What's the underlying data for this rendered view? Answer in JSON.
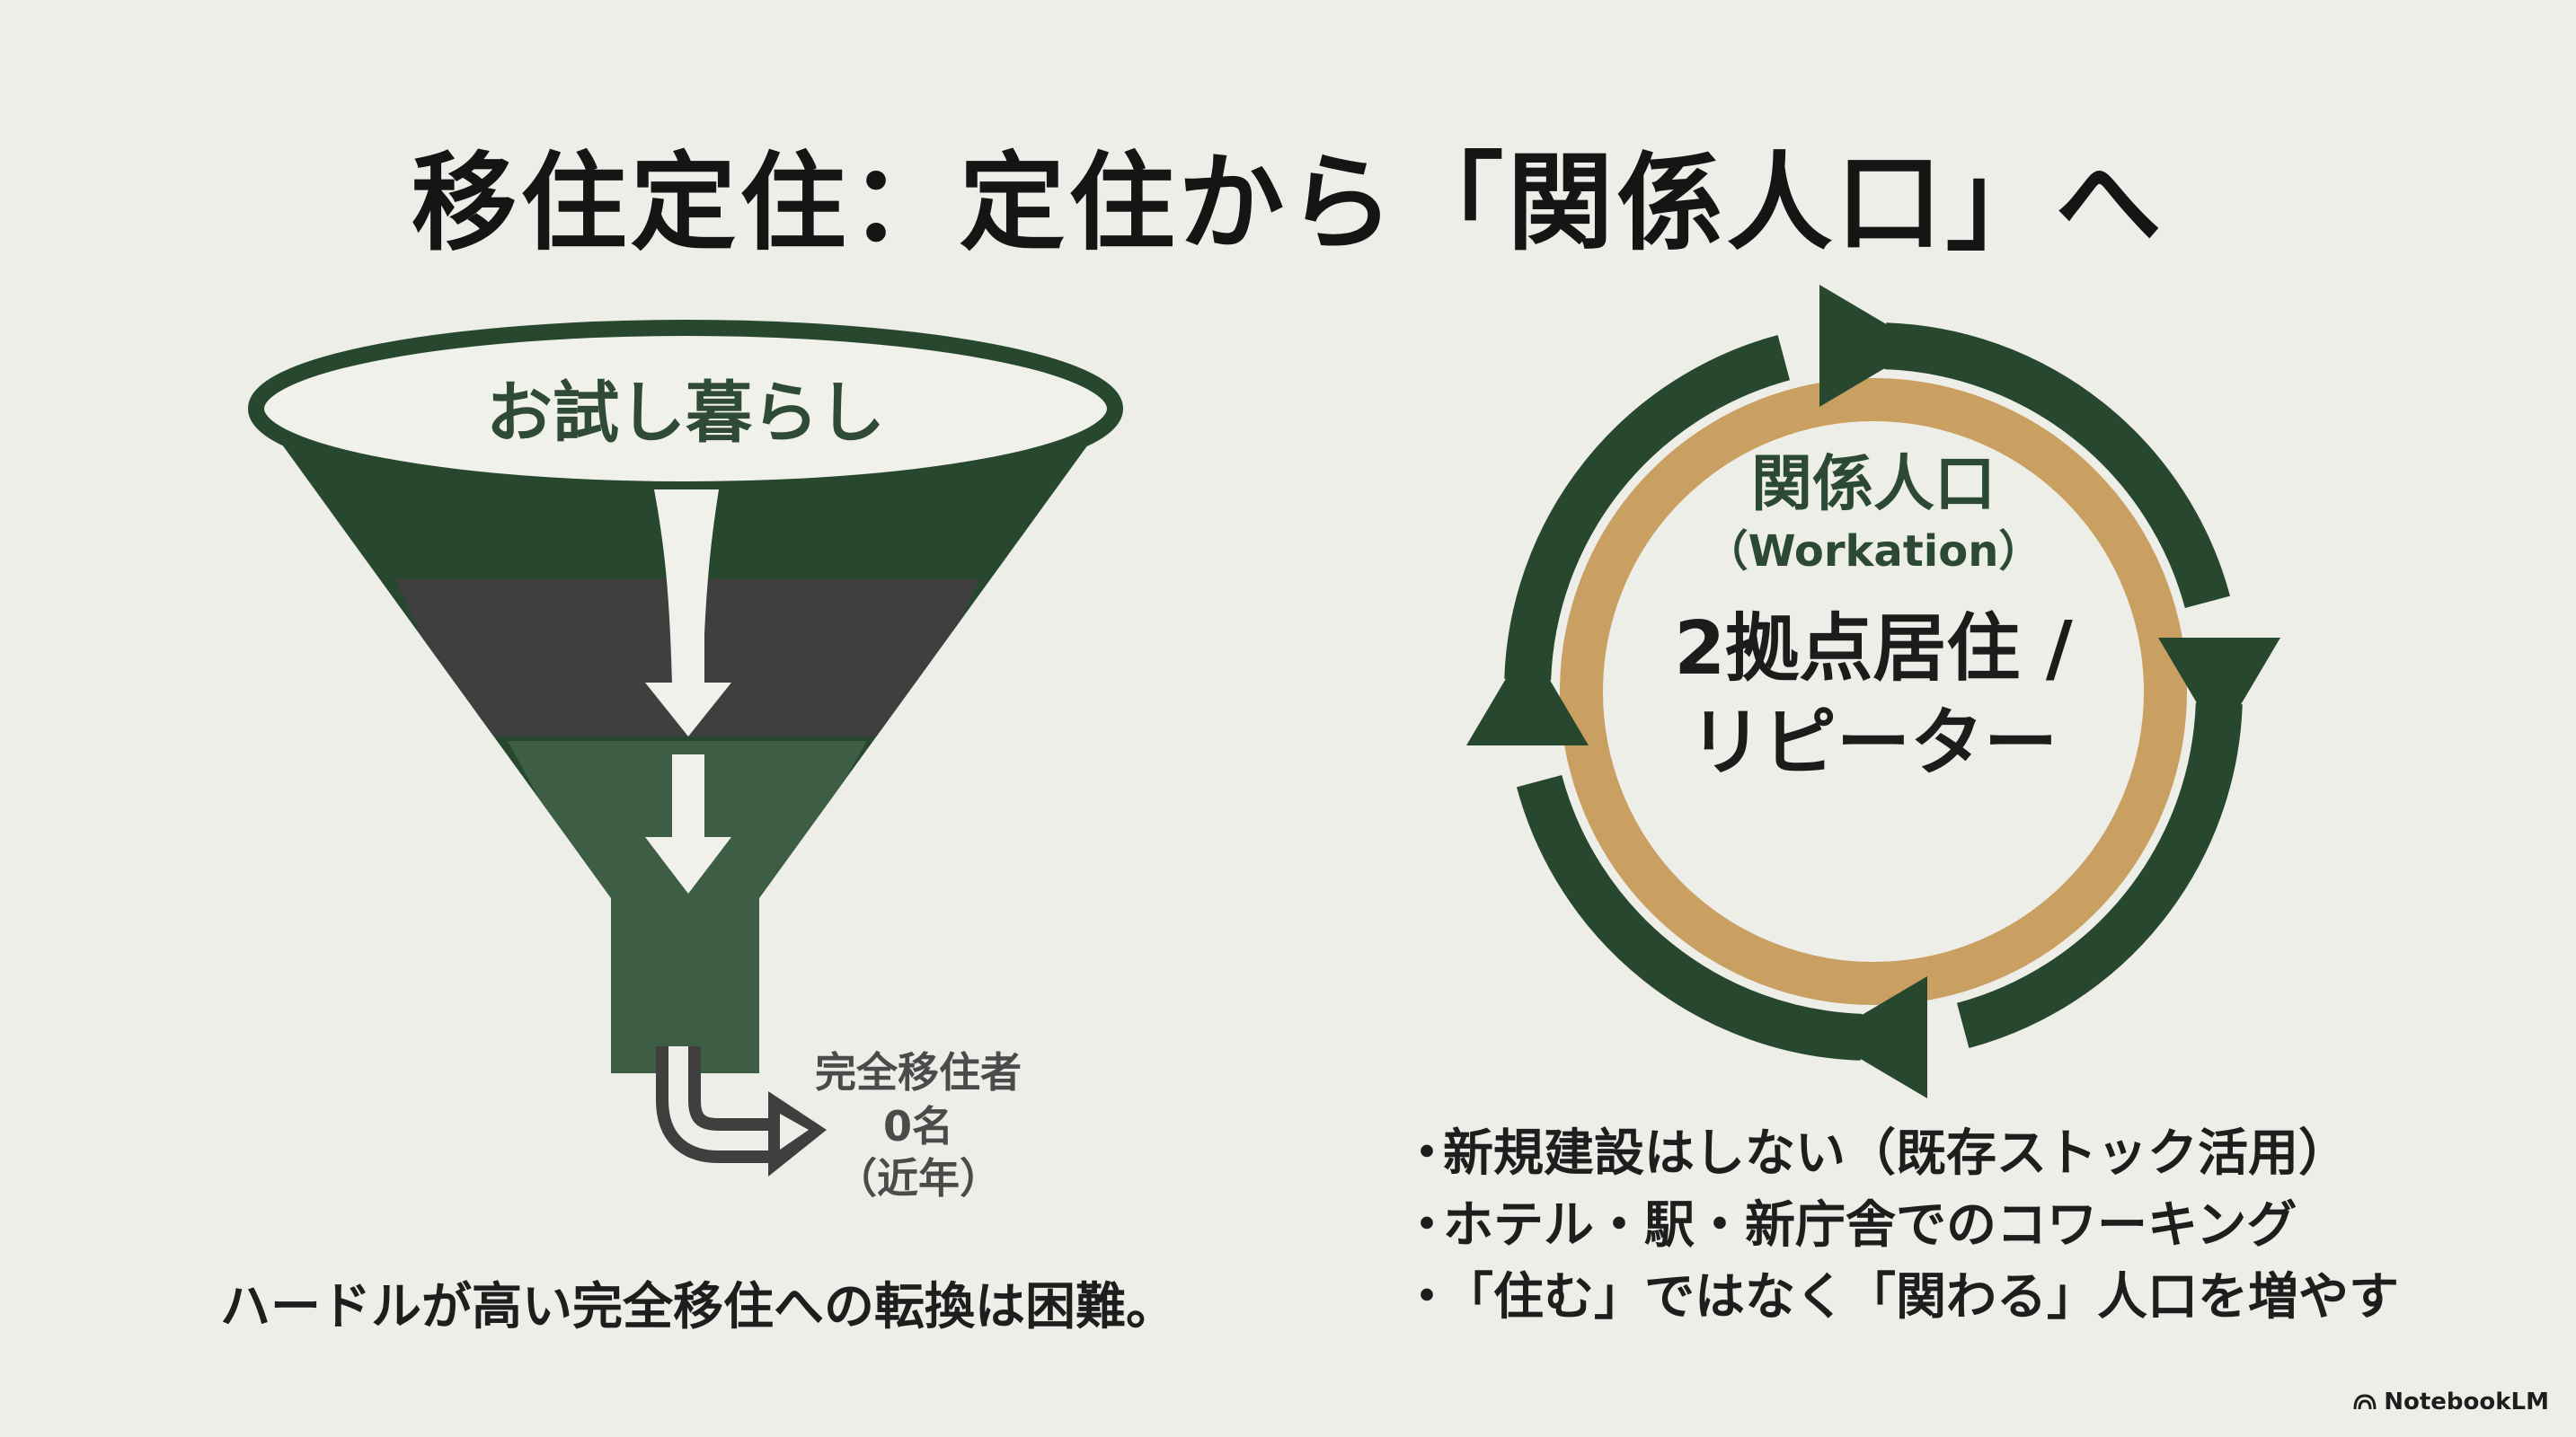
{
  "title": "移住定住：定住から「関係人口」へ",
  "funnel": {
    "top_label": "お試し暮らし",
    "outflow_line1": "完全移住者",
    "outflow_line2": "0名",
    "outflow_line3": "（近年）",
    "caption": "ハードルが高い完全移住への転換は困難。"
  },
  "cycle": {
    "label": "関係人口",
    "sublabel": "（Workation）",
    "center_line1": "2拠点居住 /",
    "center_line2": "リピーター"
  },
  "bullets": [
    {
      "text": "新規建設はしない（既存ストック活用）"
    },
    {
      "text": "ホテル・駅・新庁舎でのコワーキング"
    },
    {
      "text": "「住む」ではなく「関わる」人口を増やす"
    }
  ],
  "bullet_marker": "・",
  "brand": {
    "name": "NotebookLM",
    "icon": "notebooklm-logo-icon"
  },
  "colors": {
    "background": "#eeeee8",
    "dark_green": "#27482f",
    "mid_green": "#3e5e45",
    "dark_gray": "#3f3f3f",
    "gold": "#c9a062",
    "text": "#1c1c1c"
  }
}
